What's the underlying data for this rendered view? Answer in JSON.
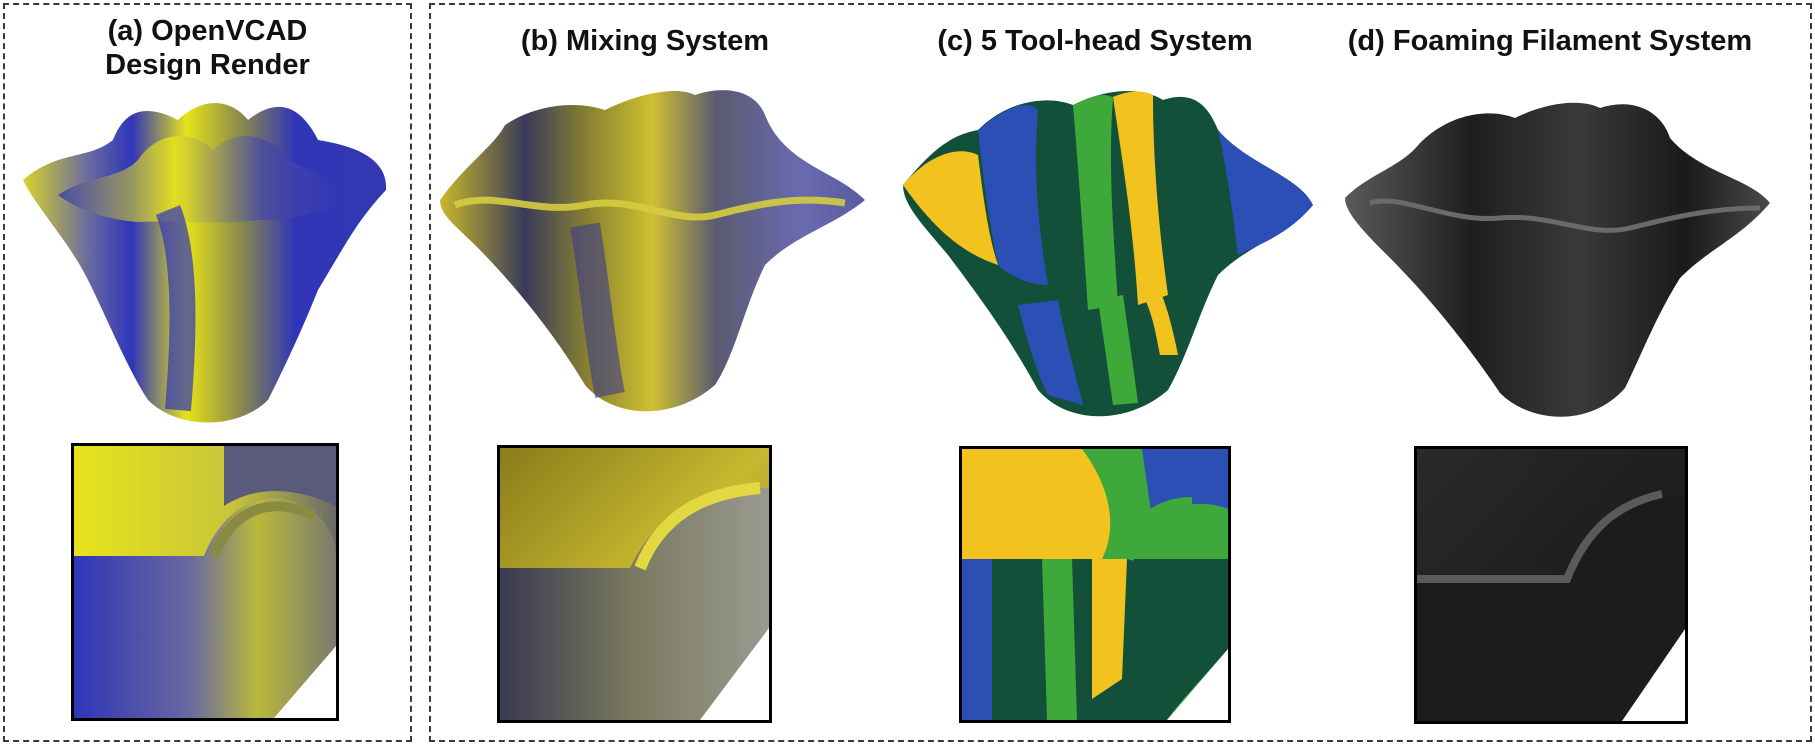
{
  "panels": [
    {
      "id": "a",
      "title_lines": [
        "(a) OpenVCAD",
        "Design Render"
      ]
    },
    {
      "id": "b",
      "title_lines": [
        "(b) Mixing System"
      ]
    },
    {
      "id": "c",
      "title_lines": [
        "(c) 5 Tool-head System"
      ]
    },
    {
      "id": "d",
      "title_lines": [
        "(d) Foaming Filament System"
      ]
    }
  ],
  "colors": {
    "blue": "#2f35b8",
    "yellow": "#e6e21a",
    "olive": "#8a8a4a",
    "tool_yellow": "#f2c21e",
    "tool_green": "#3ea83a",
    "tool_dark_green": "#13503a",
    "tool_blue": "#2b4fb5",
    "foam_dark": "#2a2a2a",
    "border": "#3a3a3a"
  }
}
